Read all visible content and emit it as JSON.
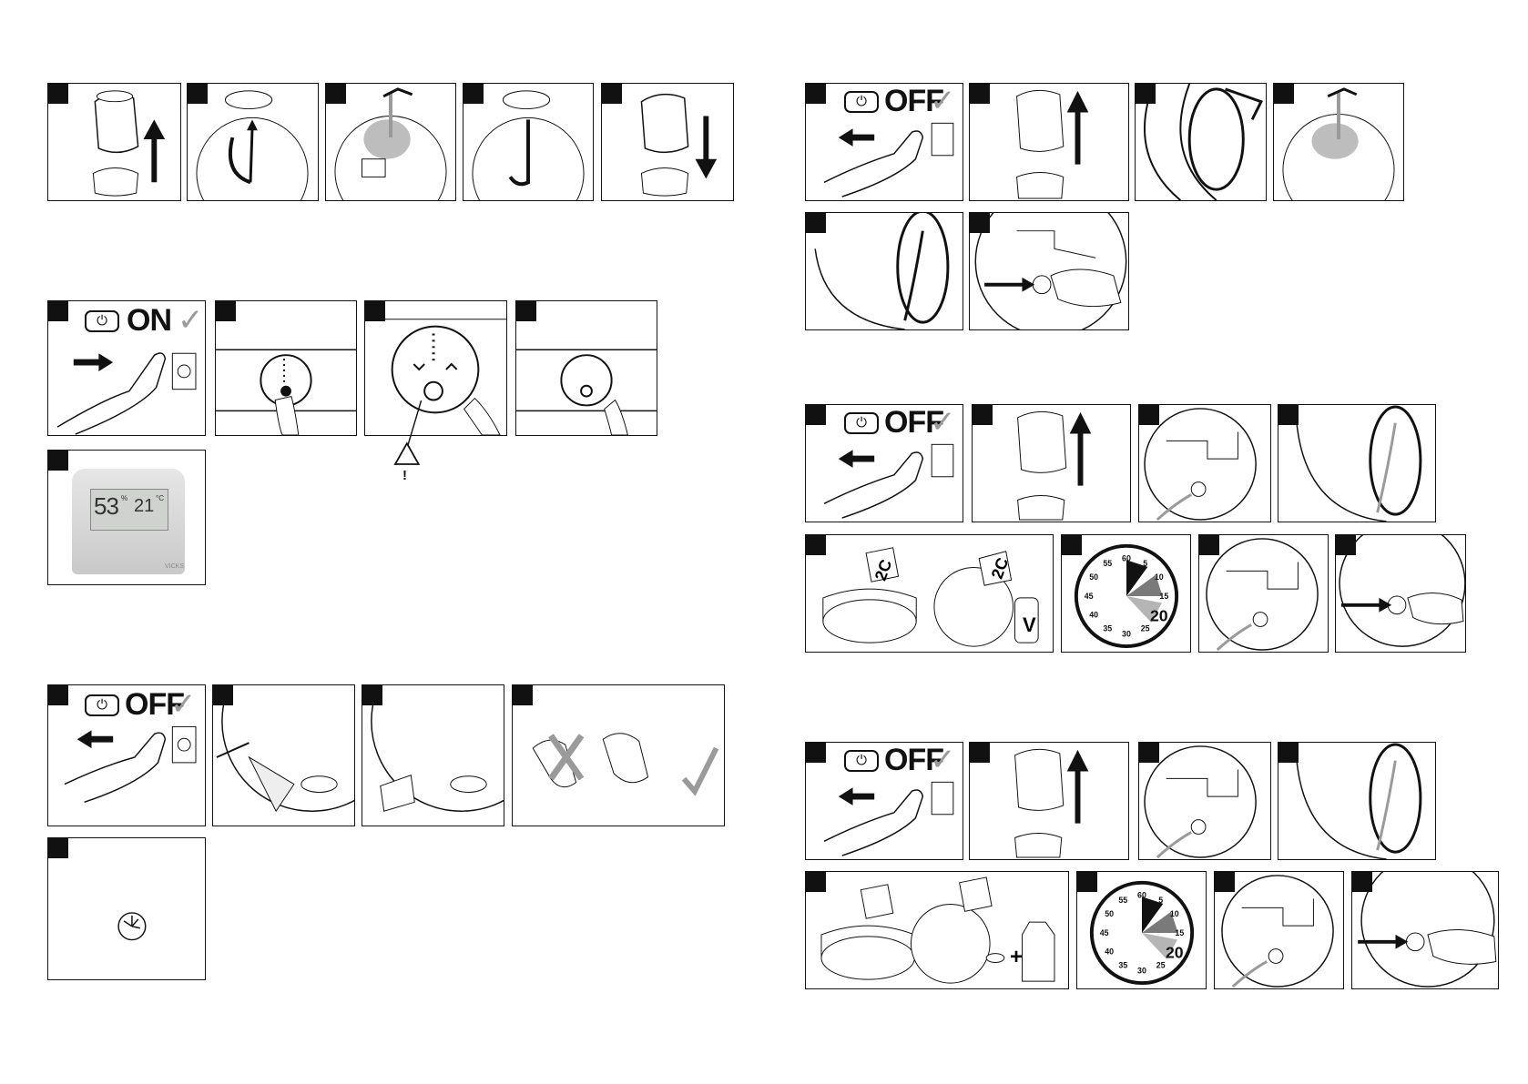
{
  "switch": {
    "on": "ON",
    "off": "OFF",
    "power_glyph": "⏻",
    "check": "✓"
  },
  "display": {
    "humidity": "53",
    "humidity_unit": "%",
    "temperature": "21",
    "temp_unit": "°C",
    "brand": "VICKS"
  },
  "pitcher_label": "2C",
  "vinegar_label": "V",
  "plus_sign": "+",
  "clock": {
    "numbers": [
      "60",
      "5",
      "10",
      "15",
      "20",
      "25",
      "30",
      "35",
      "40",
      "45",
      "50",
      "55"
    ],
    "highlight": "20"
  },
  "warning_glyph": "!",
  "colors": {
    "ink": "#111111",
    "gray": "#9a9a9a",
    "light": "#d9d9d9"
  }
}
